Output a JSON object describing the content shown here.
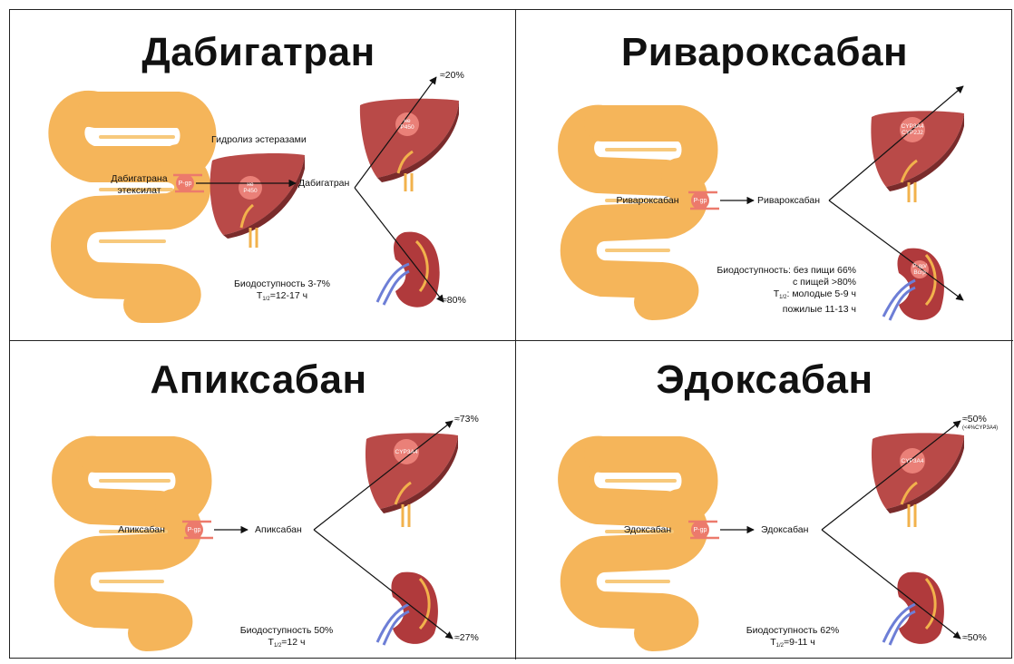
{
  "colors": {
    "intestine": "#f5b55a",
    "intestine_stroke": "#f7c97c",
    "liver": "#b94a48",
    "liver_dark": "#7a2b2b",
    "enzyme": "#ea8078",
    "pgp": "#ec7a6c",
    "kidney": "#b03a3c",
    "vessel_blue": "#6d7ed6",
    "vessel_orange": "#f2b24c"
  },
  "panels": [
    {
      "name": "dabigatran",
      "title": "Дабигатран",
      "gut_label": [
        "Дабигатрана",
        "этексилат"
      ],
      "pgp_label": "P-gp",
      "hydrolysis_label": "Гидролиз эстеразами",
      "first_liver_enzyme": [
        "не",
        "P450"
      ],
      "mid_label": "Дабигатран",
      "liver_enzyme": [
        "не",
        "P450"
      ],
      "liver_percent": "≈20%",
      "liver_percent_note": "",
      "kidney_percent": "≈80%",
      "bio": [
        "Биодоступность 3-7%"
      ],
      "half_life": "=12-17 ч"
    },
    {
      "name": "rivaroxaban",
      "title": "Ривароксабан",
      "gut_label": [
        "Ривароксабан"
      ],
      "pgp_label": "P-gp",
      "mid_label": "Ривароксабан",
      "liver_enzyme": [
        "CYP3A4",
        "CYP2J2"
      ],
      "kidney_enzyme": [
        "P-gp/",
        "Bcrp"
      ],
      "bio": [
        "Биодоступность: без пищи 66%",
        "с пищей >80%"
      ],
      "half_life": ": молодые 5-9 ч",
      "half_life_2": "пожилые 11-13 ч"
    },
    {
      "name": "apixaban",
      "title": "Апиксабан",
      "gut_label": [
        "Апиксабан"
      ],
      "pgp_label": "P-gp",
      "mid_label": "Апиксабан",
      "liver_enzyme": [
        "CYP3A4"
      ],
      "liver_percent": "≈73%",
      "kidney_percent": "≈27%",
      "bio": [
        "Биодоступность 50%"
      ],
      "half_life": "=12 ч"
    },
    {
      "name": "edoxaban",
      "title": "Эдоксабан",
      "gut_label": [
        "Эдоксабан"
      ],
      "pgp_label": "P-gp",
      "mid_label": "Эдоксабан",
      "liver_enzyme": [
        "CYP3A4"
      ],
      "liver_percent": "≈50%",
      "liver_percent_note": "(<4%CYP3A4)",
      "kidney_percent": "≈50%",
      "bio": [
        "Биодоступность 62%"
      ],
      "half_life": "=9-11 ч"
    }
  ],
  "half_life_symbol": "T",
  "half_life_sub": "1/2"
}
